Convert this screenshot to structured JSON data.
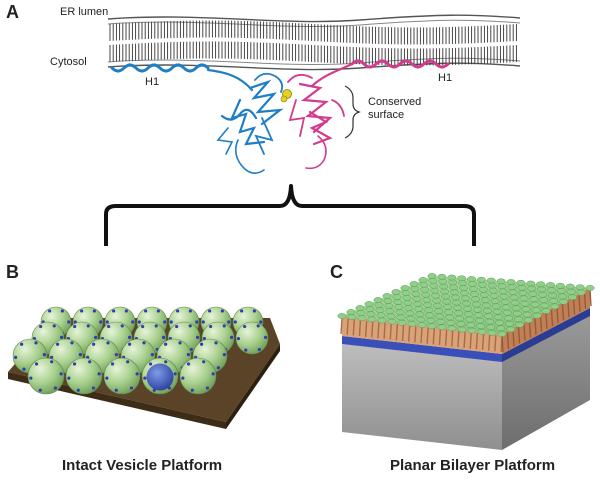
{
  "panel_a": {
    "letter": "A",
    "er_lumen_label": "ER lumen",
    "cytosol_label": "Cytosol",
    "h1_left_label": "H1",
    "h1_right_label": "H1",
    "conserved_label_line1": "Conserved",
    "conserved_label_line2": "surface",
    "colors": {
      "protein_left": "#1f7fc4",
      "protein_right": "#d43b8c",
      "membrane": "#555555"
    }
  },
  "panel_b": {
    "letter": "B",
    "caption": "Intact Vesicle Platform",
    "colors": {
      "vesicle": "#a8d08d",
      "lipid_head": "#2f3fb0",
      "substrate": "#5a4327"
    }
  },
  "panel_c": {
    "letter": "C",
    "caption": "Planar Bilayer Platform",
    "colors": {
      "lipid_head": "#8fcf8a",
      "lipid_tail": "#c98a5c",
      "support": "#8c8c8c",
      "cushion": "#3a4fb8"
    }
  }
}
